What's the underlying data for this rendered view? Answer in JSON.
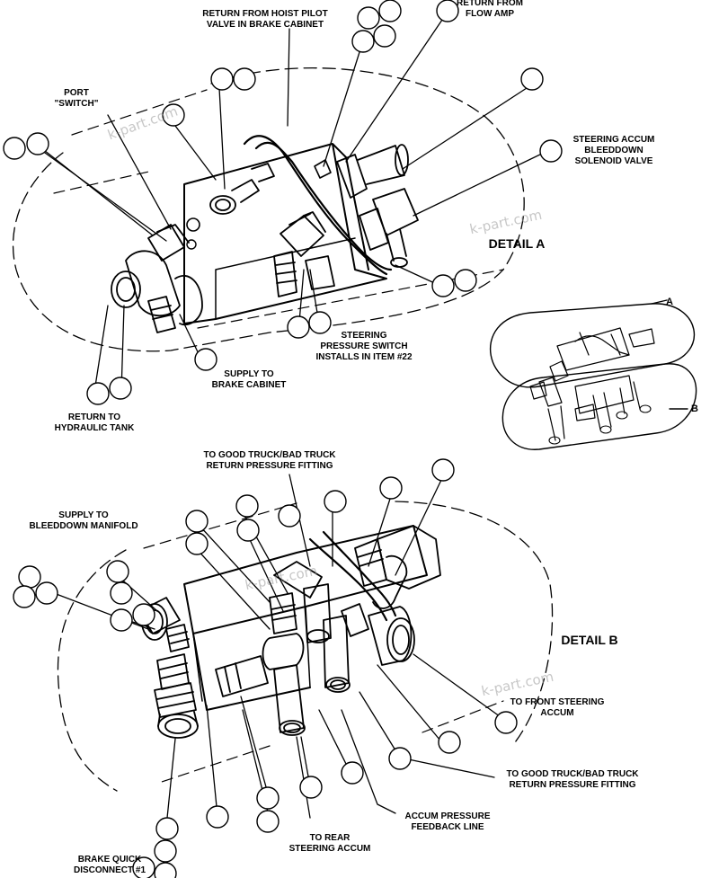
{
  "labels": {
    "return_hoist_pilot": [
      "RETURN FROM HOIST PILOT",
      "VALVE IN BRAKE CABINET"
    ],
    "return_flow_amp": [
      "RETURN FROM",
      "FLOW AMP"
    ],
    "port_switch": [
      "PORT",
      "\"SWITCH\""
    ],
    "steering_accum_bleeddown": [
      "STEERING ACCUM",
      "BLEEDDOWN",
      "SOLENOID VALVE"
    ],
    "detail_a": "DETAIL A",
    "steering_pressure_switch": [
      "STEERING",
      "PRESSURE SWITCH",
      "INSTALLS IN ITEM #22"
    ],
    "supply_brake_cabinet": [
      "SUPPLY TO",
      "BRAKE CABINET"
    ],
    "return_hydraulic_tank": [
      "RETURN TO",
      "HYDRAULIC TANK"
    ],
    "inset_a": "A",
    "inset_b": "B",
    "good_bad_truck_top": [
      "TO GOOD TRUCK/BAD TRUCK",
      "RETURN PRESSURE FITTING"
    ],
    "supply_bleeddown_manifold": [
      "SUPPLY TO",
      "BLEEDDOWN MANIFOLD"
    ],
    "detail_b": "DETAIL B",
    "front_steering_accum": [
      "TO FRONT STEERING",
      "ACCUM"
    ],
    "good_bad_truck_bottom": [
      "TO GOOD TRUCK/BAD TRUCK",
      "RETURN PRESSURE FITTING"
    ],
    "accum_pressure_feedback": [
      "ACCUM PRESSURE",
      "FEEDBACK LINE"
    ],
    "rear_steering_accum": [
      "TO REAR",
      "STEERING ACCUM"
    ],
    "brake_quick_disconnect": [
      "BRAKE QUICK",
      "DISCONNECT #1"
    ]
  },
  "watermark": "k-part.com"
}
